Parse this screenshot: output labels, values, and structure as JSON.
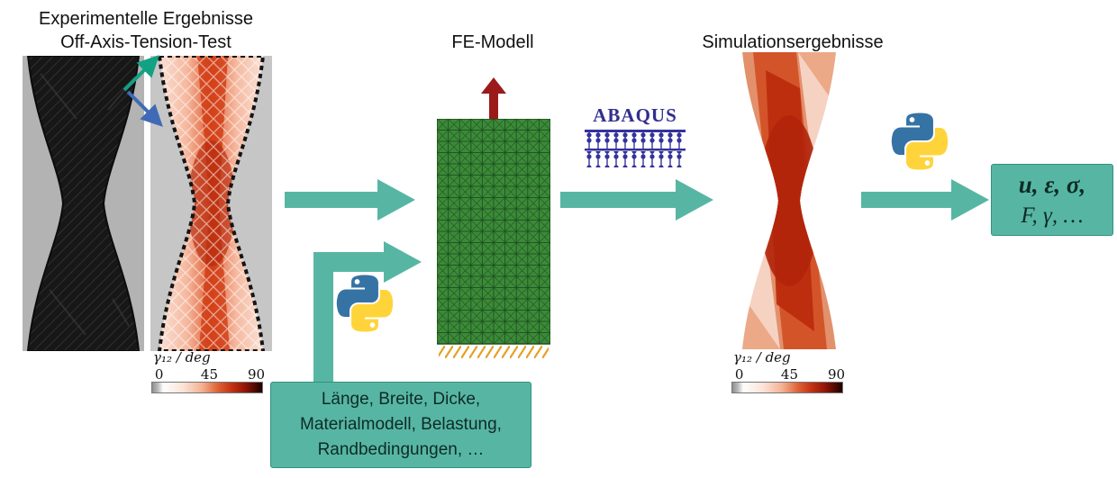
{
  "experiment": {
    "title_line1": "Experimentelle Ergebnisse",
    "title_line2": "Off-Axis-Tension-Test",
    "colorbar": {
      "label": "γ₁₂ / deg",
      "ticks": [
        "0",
        "45",
        "90"
      ]
    }
  },
  "fe_model": {
    "title": "FE-Modell"
  },
  "abaqus": {
    "label": "ABAQUS"
  },
  "simulation": {
    "title": "Simulationsergebnisse",
    "colorbar": {
      "label": "γ₁₂ / deg",
      "ticks": [
        "0",
        "45",
        "90"
      ]
    }
  },
  "parameters_box": {
    "line1": "Länge, Breite, Dicke,",
    "line2": "Materialmodell, Belastung,",
    "line3": "Randbedingungen, …"
  },
  "results_box": {
    "line1": "u, ε, σ,",
    "line2": "F, γ, …"
  },
  "colors": {
    "teal_arrow": "#57b6a3",
    "teal_box": "#57b6a3",
    "load_arrow_red": "#9b1b1b",
    "abaqus_blue": "#312f8e",
    "mesh_green": "#3c8a38",
    "hatch_orange": "#e5a024",
    "python_blue": "#3673a5",
    "python_yellow": "#ffd43b",
    "strain_max_red": "#941708"
  },
  "icons": {
    "python": "python-logo",
    "abaqus_graphic": "abacus-icon",
    "fiber_arrow_1": "fiber-direction-arrow-teal",
    "fiber_arrow_2": "fiber-direction-arrow-blue"
  }
}
